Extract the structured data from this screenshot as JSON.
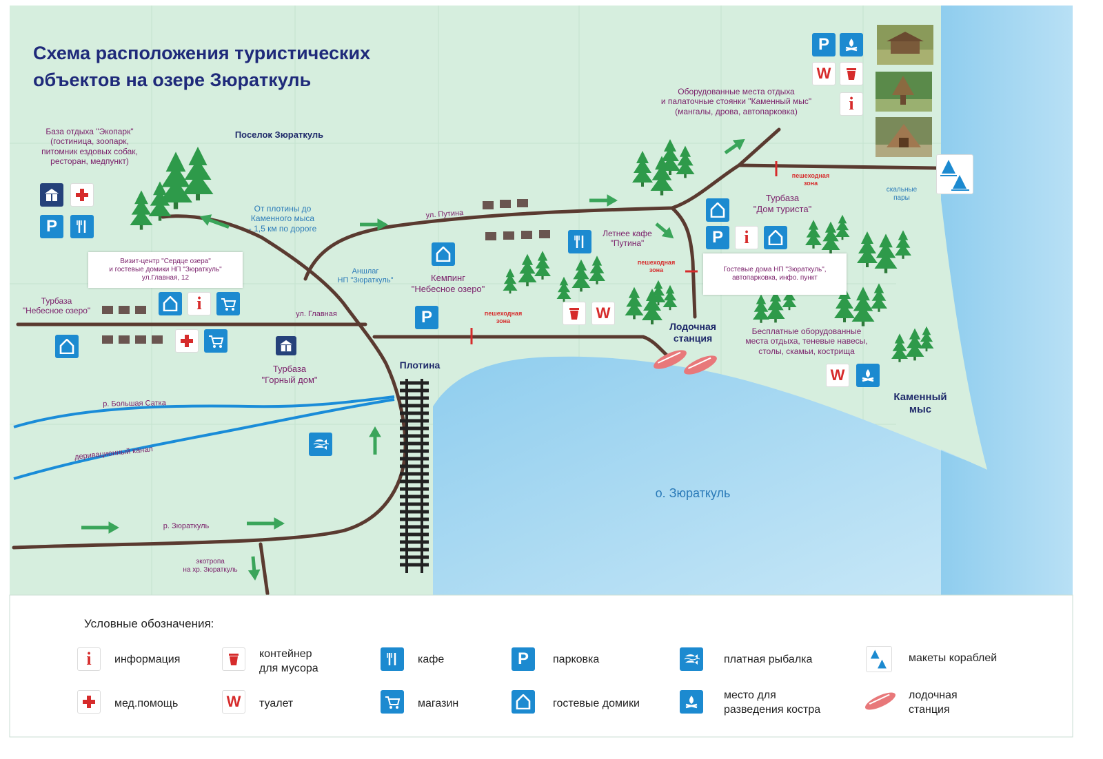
{
  "title": "Схема расположения  туристических\nобъектов на озере Зюраткуль",
  "colors": {
    "land": "#d6eede",
    "land_light": "#e3f2ea",
    "water": "#9ed3ef",
    "road": "#5a3a30",
    "river": "#1a8cd8",
    "tree": "#2e9a4a",
    "icon_blue": "#1c8ad0",
    "icon_red": "#d62b2b",
    "label_purple": "#7a1f6a",
    "label_blue": "#2a7ab8",
    "title_navy": "#1f2a7a"
  },
  "labels": {
    "ecopark": "База отдыха \"Экопарк\"\n(гостиница, зоопарк,\nпитомник ездовых собак,\nресторан, медпункт)",
    "village": "Поселок Зюраткуль",
    "from_dam": "От плотины до\nКаменного мыса\n- 1,5 км по дороге",
    "street_putina": "ул. Путина",
    "summer_cafe": "Летнее кафе\n\"Путина\"",
    "visit_center": "Визит-центр \"Сердце озера\"\nи гостевые домики НП \"Зюраткуль\"\nул.Главная, 12",
    "anshlag": "Аншлаг\nНП \"Зюраткуль\"",
    "camping": "Кемпинг\n\"Небесное озеро\"",
    "turbaza_nebesnoe": "Турбаза\n\"Небесное озеро\"",
    "street_main": "ул. Главная",
    "turbaza_gorny": "Турбаза\n\"Горный дом\"",
    "dam": "Плотина",
    "river_bolshaya": "р. Большая Сатка",
    "canal": "деривационный канал",
    "river_zyuratkul": "р. Зюраткуль",
    "ecotrail": "экотропа\nна хр. Зюраткуль",
    "boat_station": "Лодочная\nстанция",
    "turbaza_dom": "Турбаза\n\"Дом туриста\"",
    "guest_house": "Гостевые дома НП \"Зюраткуль\",\nавтопарковка, инфо. пункт",
    "kamenny_mys_equipped": "Оборудованные места отдыха\nи палаточные стоянки \"Каменный мыс\"\n(мангалы, дрова, автопарковка)",
    "free_places": "Бесплатные оборудованные\nместа отдыха, теневые навесы,\nстолы, скамьи, кострища",
    "kamenny_mys": "Каменный\nмыс",
    "lake": "о. Зюраткуль",
    "ship_models": "скальные\nпары",
    "pedestrian_zone": "пешеходная\nзона"
  },
  "legend": {
    "title": "Условные обозначения:",
    "items": [
      {
        "icon": "info-icon",
        "text": "информация"
      },
      {
        "icon": "trash-bin-icon",
        "text": "контейнер\nдля мусора"
      },
      {
        "icon": "cafe-icon",
        "text": "кафе"
      },
      {
        "icon": "parking-icon",
        "text": "парковка"
      },
      {
        "icon": "fishing-icon",
        "text": "платная рыбалка"
      },
      {
        "icon": "ship-models-icon",
        "text": "макеты кораблей"
      },
      {
        "icon": "first-aid-icon",
        "text": "мед.помощь"
      },
      {
        "icon": "toilet-icon",
        "text": "туалет"
      },
      {
        "icon": "shop-icon",
        "text": "магазин"
      },
      {
        "icon": "guest-house-icon",
        "text": "гостевые домики"
      },
      {
        "icon": "campfire-icon",
        "text": "место для\nразведения костра"
      },
      {
        "icon": "boat-station-icon",
        "text": "лодочная\nстанция"
      }
    ]
  },
  "glyphs": {
    "info": "i",
    "toilet": "W",
    "parking": "P"
  }
}
